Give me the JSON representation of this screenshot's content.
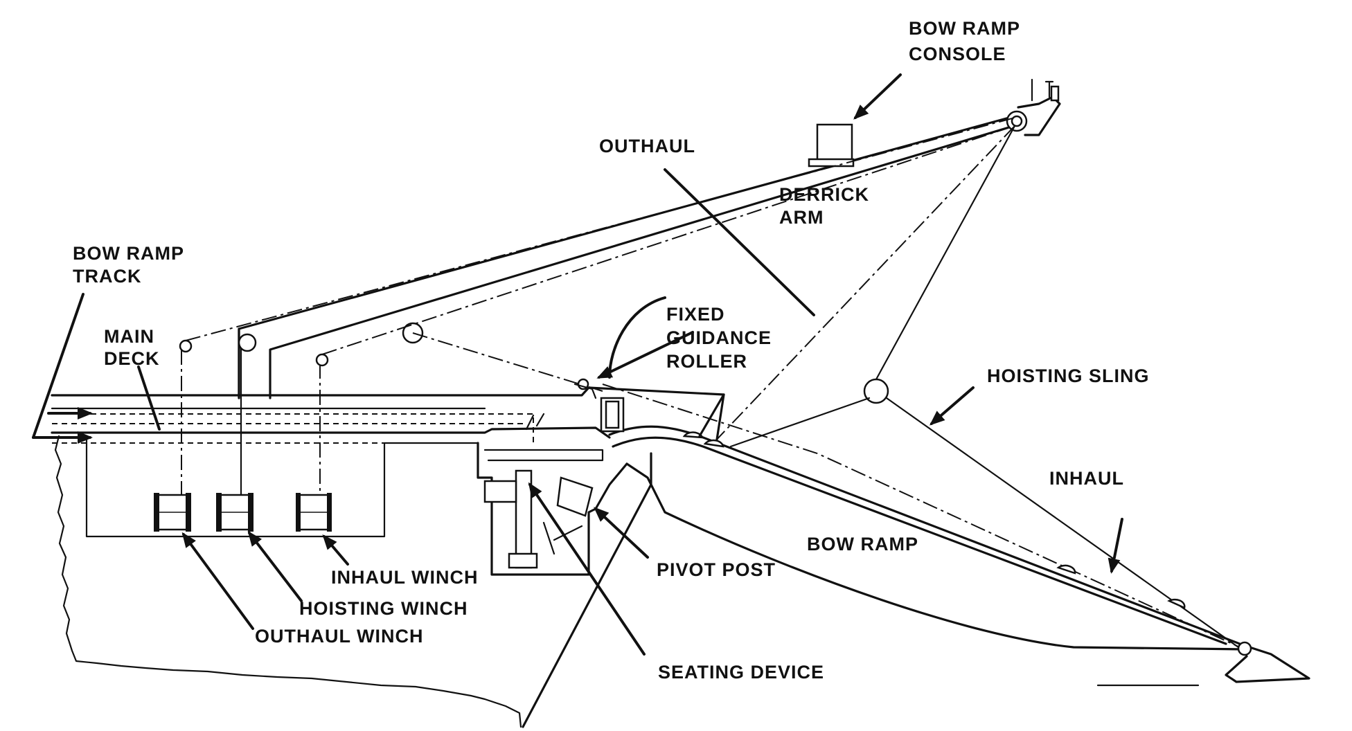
{
  "labels": {
    "bow_ramp_console": [
      "BOW RAMP",
      "CONSOLE"
    ],
    "outhaul": "OUTHAUL",
    "derrick_arm": [
      "DERRICK",
      "ARM"
    ],
    "bow_ramp_track": [
      "BOW RAMP",
      "TRACK"
    ],
    "main_deck": [
      "MAIN",
      "DECK"
    ],
    "fixed_guidance_roller": [
      "FIXED",
      "GUIDANCE",
      "ROLLER"
    ],
    "hoisting_sling": "HOISTING SLING",
    "inhaul": "INHAUL",
    "bow_ramp": "BOW RAMP",
    "inhaul_winch": "INHAUL WINCH",
    "pivot_post": "PIVOT POST",
    "hoisting_winch": "HOISTING WINCH",
    "outhaul_winch": "OUTHAUL WINCH",
    "seating_device": "SEATING DEVICE"
  },
  "colors": {
    "line": "#111111",
    "background": "#ffffff"
  }
}
